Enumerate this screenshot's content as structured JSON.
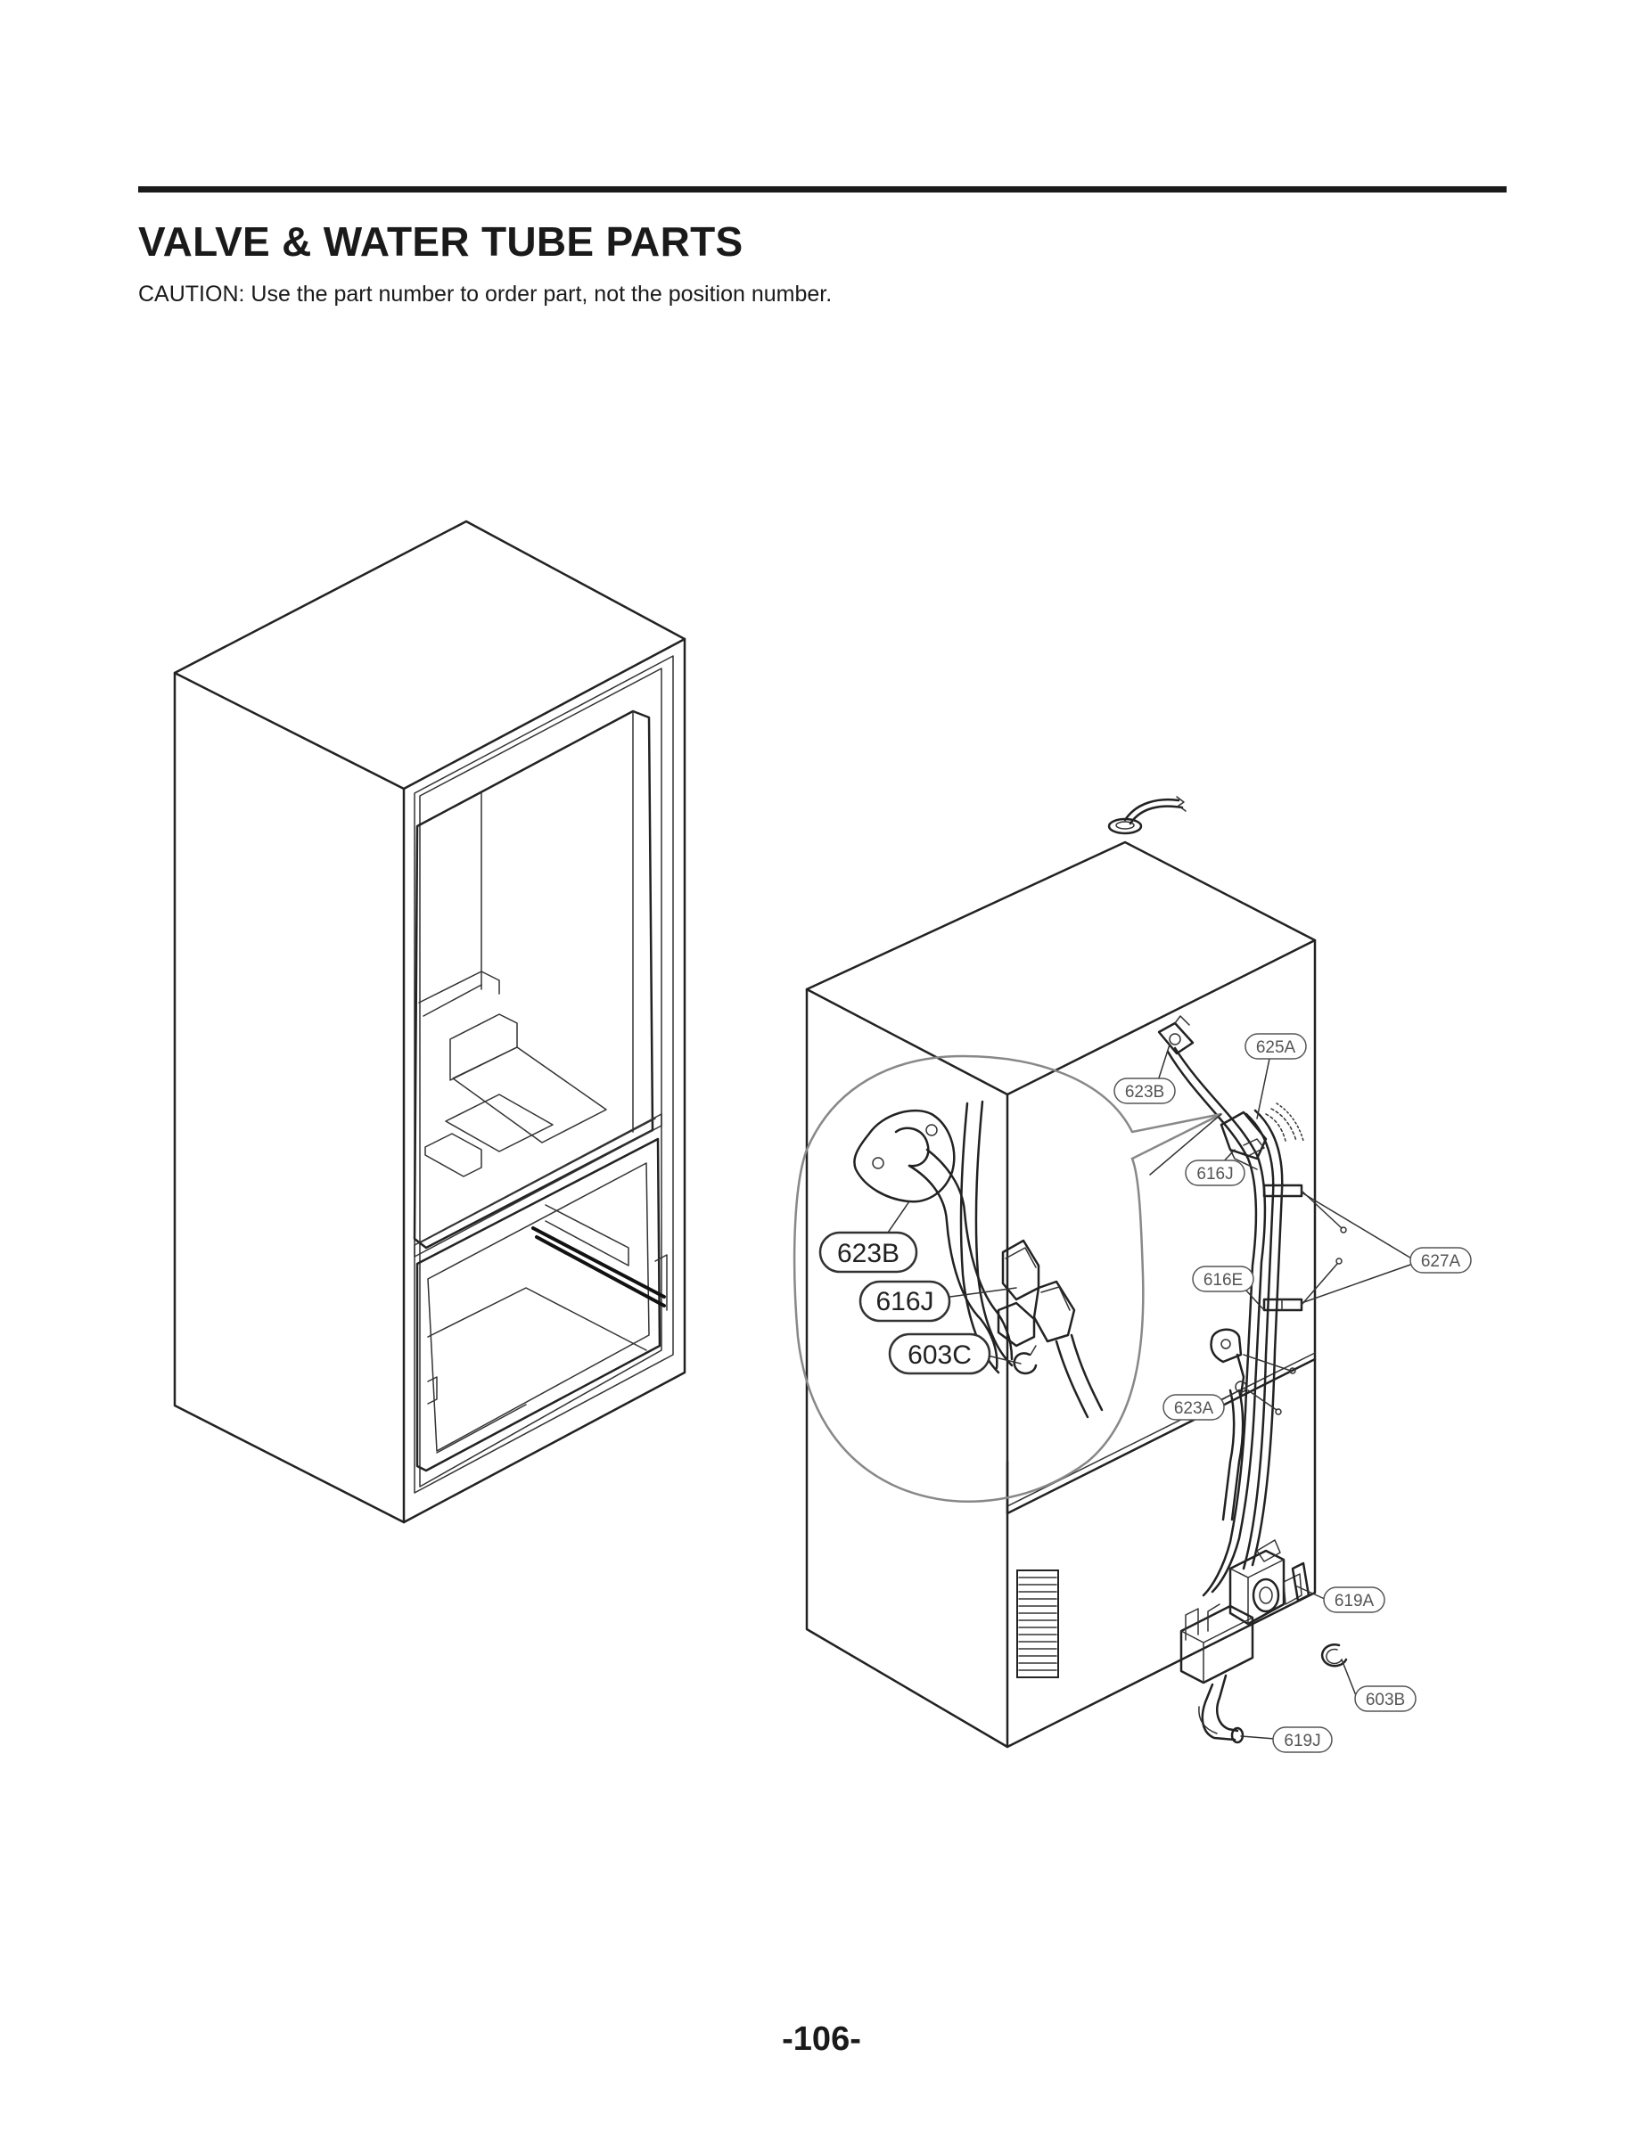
{
  "header": {
    "title": "VALVE & WATER TUBE PARTS",
    "caution": "CAUTION: Use the part number to order part, not the position number."
  },
  "footer": {
    "page_number": "-106-"
  },
  "callouts": {
    "c623B_zoom": "623B",
    "c616J_zoom": "616J",
    "c603C_zoom": "603C",
    "c625A": "625A",
    "c623B": "623B",
    "c616J": "616J",
    "c627A": "627A",
    "c616E": "616E",
    "c623A": "623A",
    "c619A": "619A",
    "c603B": "603B",
    "c619J": "619J"
  }
}
